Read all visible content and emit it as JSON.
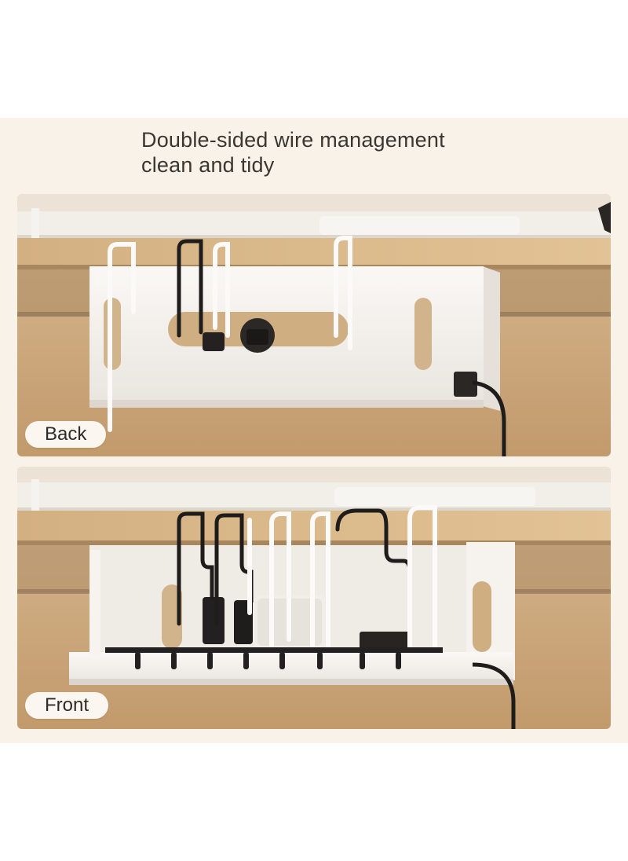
{
  "headline": {
    "line1": "Double-sided wire management",
    "line2": "clean and tidy"
  },
  "panels": {
    "back": {
      "label": "Back"
    },
    "front": {
      "label": "Front"
    }
  },
  "colors": {
    "poster_background": "#f8f2e8",
    "wood": "#d9b887",
    "tray": "#f4f1ec",
    "cable": "#1f1d1c",
    "wall": "#c9a37a"
  }
}
